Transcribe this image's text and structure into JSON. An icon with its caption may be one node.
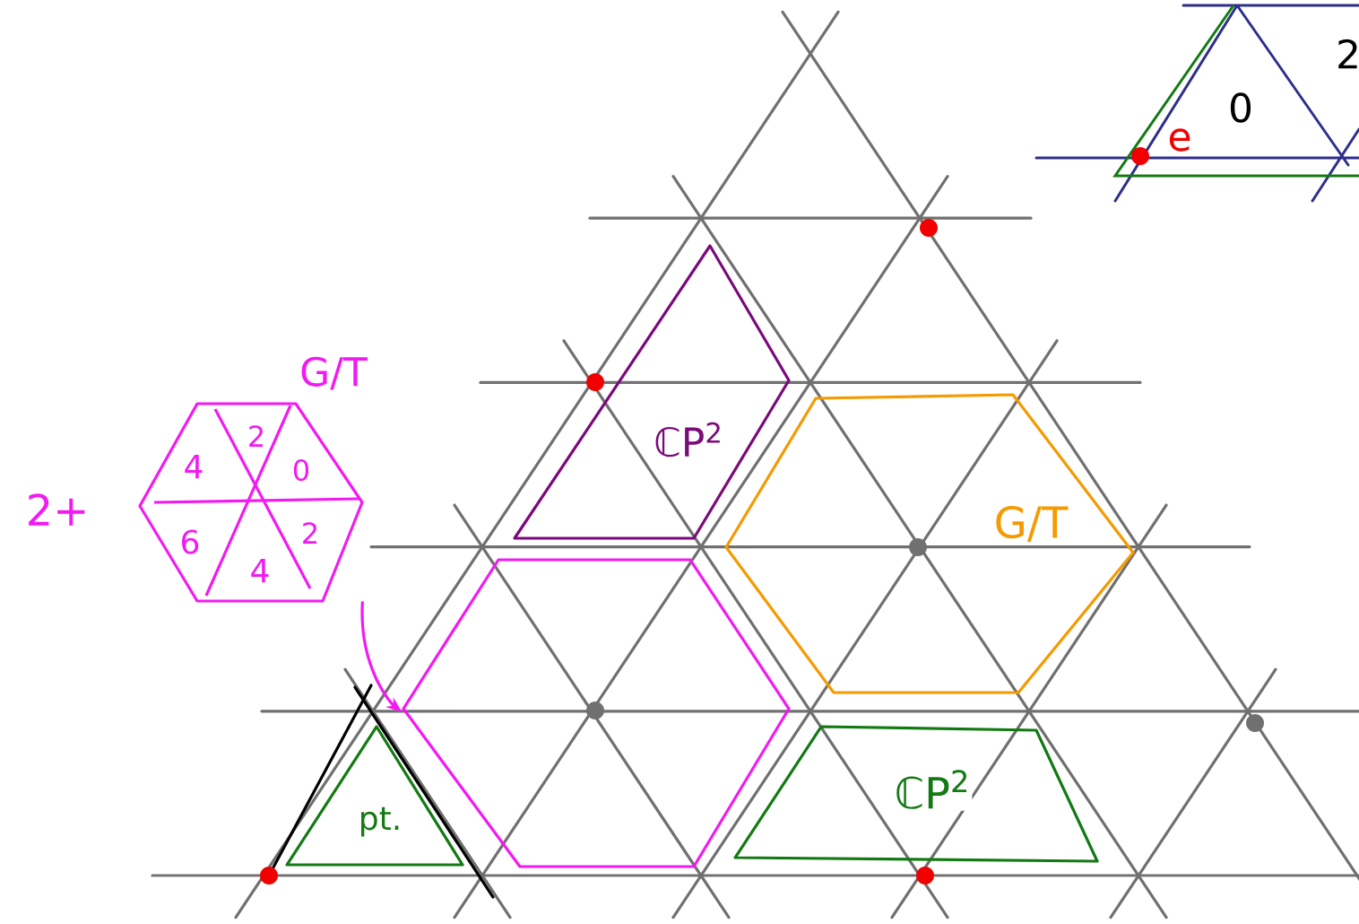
{
  "diagram": {
    "nodes": [
      {
        "text": [
          "ℂP$^{2}$"
        ]
      },
      {
        "text": [
          "G/T"
        ]
      },
      {
        "text": [],
        "shape": "hexagon"
      },
      {
        "text": [
          "G/T",
          "2",
          "4",
          "0",
          "6",
          "2",
          "4"
        ],
        "beside": [
          "2+"
        ]
      },
      {
        "text": [
          "ℂP$^{2}$"
        ]
      },
      {
        "text": [
          "pt."
        ]
      }
    ],
    "edges": [
      {
        "from": 3,
        "to": 2,
        "arrow": "to"
      }
    ],
    "labels": [
      "e",
      "0",
      "2"
    ]
  }
}
